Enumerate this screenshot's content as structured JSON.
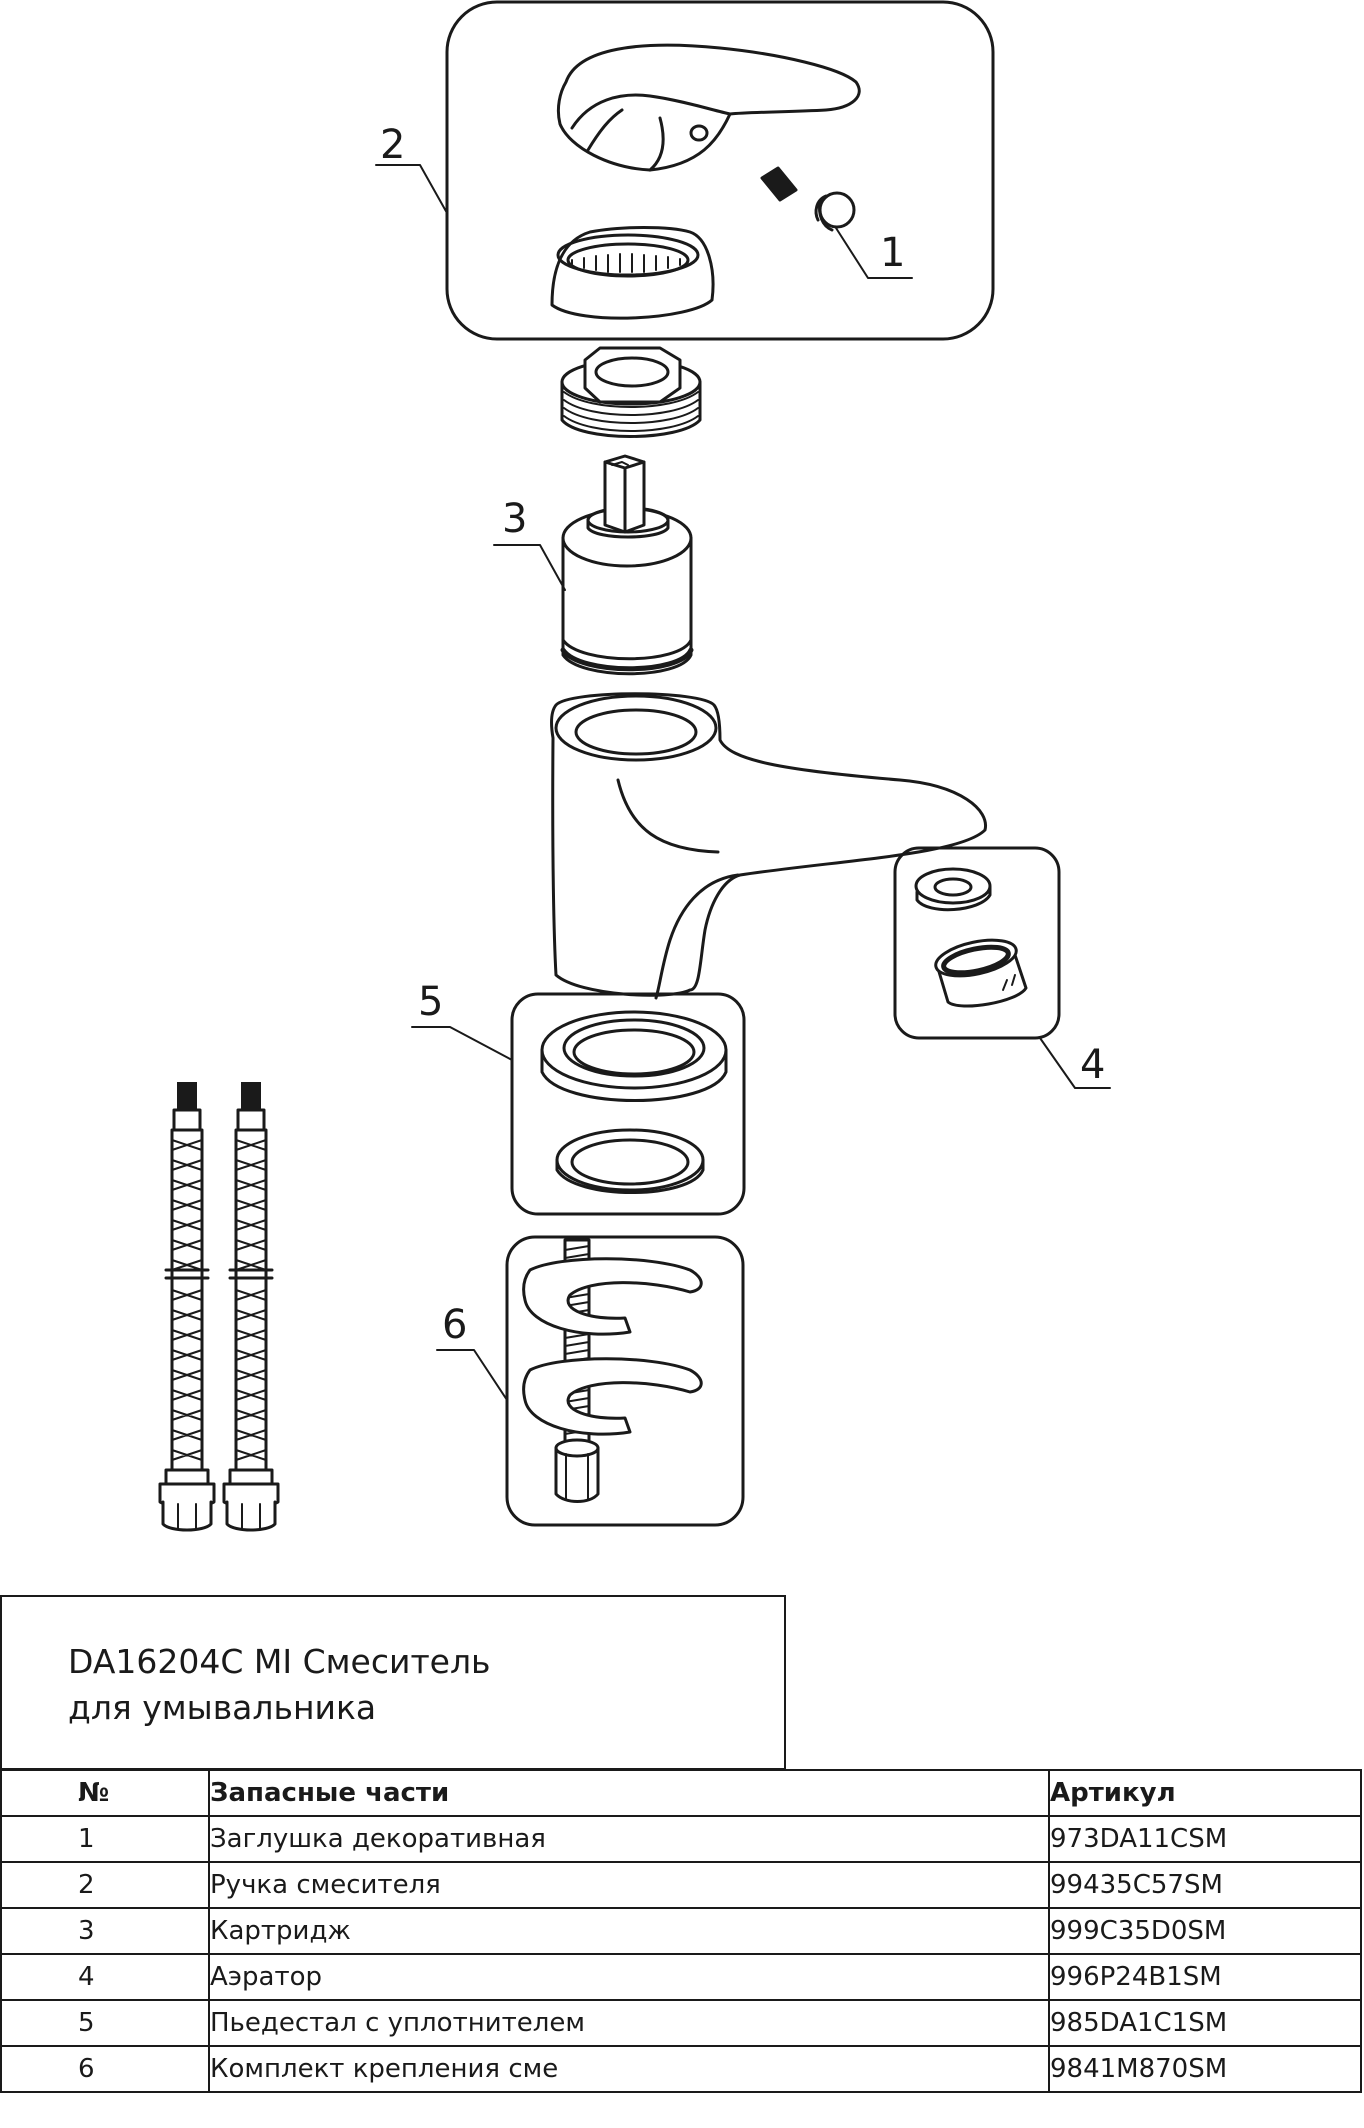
{
  "title": {
    "line1": "DA16204C MI Смеситель",
    "line2": "для умывальника"
  },
  "callouts": [
    "1",
    "2",
    "3",
    "4",
    "5",
    "6"
  ],
  "table": {
    "headers": {
      "num": "№",
      "part": "Запасные части",
      "article": "Артикул"
    },
    "rows": [
      {
        "num": "1",
        "part": "Заглушка декоративная",
        "article": "973DA11CSM"
      },
      {
        "num": "2",
        "part": "Ручка смесителя",
        "article": "99435C57SM"
      },
      {
        "num": "3",
        "part": "Картридж",
        "article": "999C35D0SM"
      },
      {
        "num": "4",
        "part": "Аэратор",
        "article": "996P24B1SM"
      },
      {
        "num": "5",
        "part": "Пьедестал с уплотнителем",
        "article": "985DA1C1SM"
      },
      {
        "num": "6",
        "part": "Комплект крепления сме",
        "article": "9841M870SM"
      }
    ]
  }
}
